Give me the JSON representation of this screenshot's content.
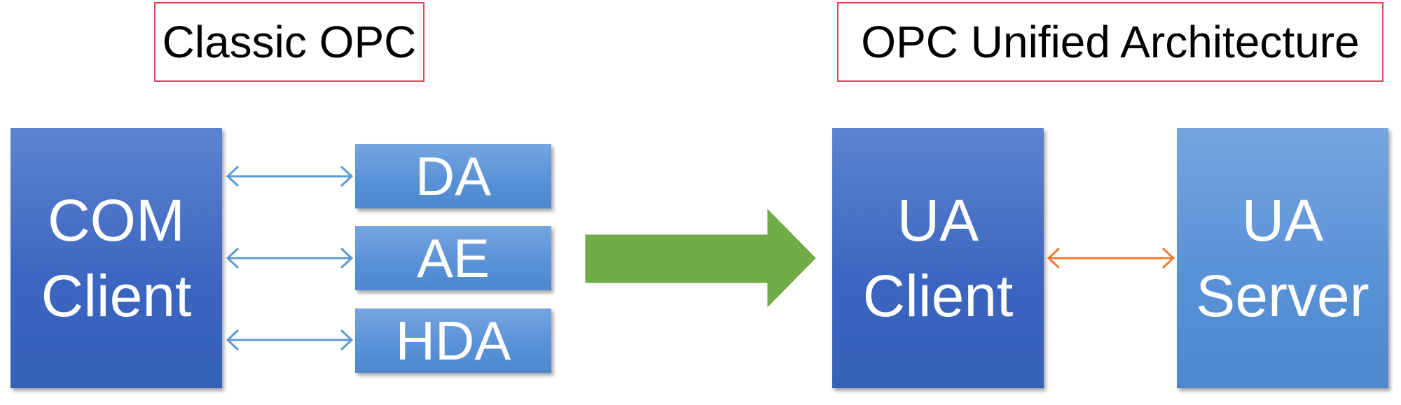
{
  "titles": {
    "classic": "Classic OPC",
    "unified": "OPC Unified Architecture"
  },
  "classic": {
    "com_client": {
      "line1": "COM",
      "line2": "Client"
    },
    "specs": [
      {
        "label": "DA"
      },
      {
        "label": "AE"
      },
      {
        "label": "HDA"
      }
    ]
  },
  "unified": {
    "ua_client": {
      "line1": "UA",
      "line2": "Client"
    },
    "ua_server": {
      "line1": "UA",
      "line2": "Server"
    }
  },
  "colors": {
    "title_border": "#e0455a",
    "box_dark": "#3e68c0",
    "box_light": "#5a92d7",
    "arrow_blue": "#5b9bd5",
    "arrow_orange": "#ed7d31",
    "transition_arrow": "#70ad47"
  }
}
